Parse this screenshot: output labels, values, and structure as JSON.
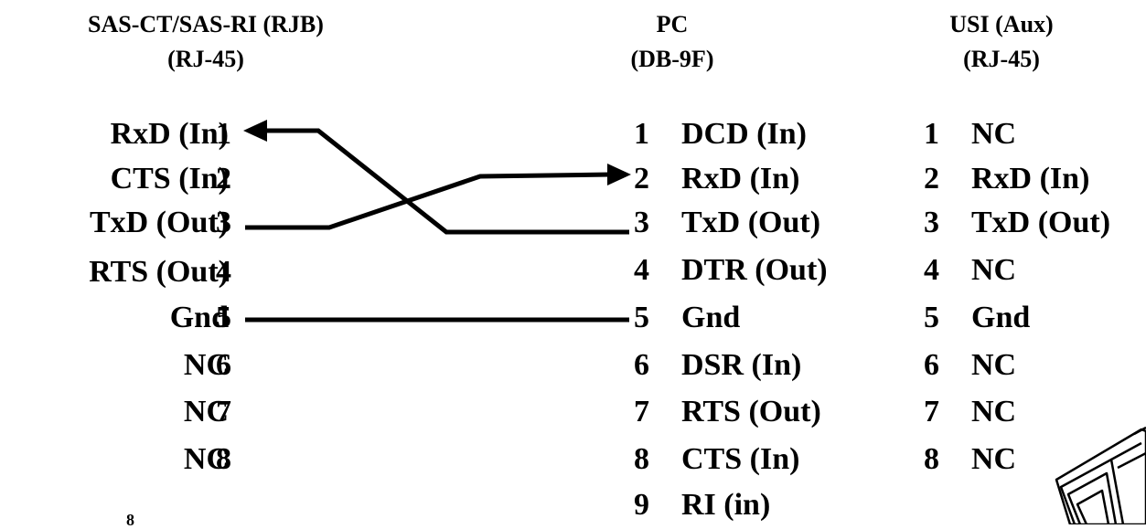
{
  "headers": {
    "left": {
      "line1": "SAS-CT/SAS-RI (RJB)",
      "line2": "(RJ-45)"
    },
    "middle": {
      "line1": "PC",
      "line2": "(DB-9F)"
    },
    "right": {
      "line1": "USI (Aux)",
      "line2": "(RJ-45)"
    }
  },
  "left_pins": [
    {
      "signal": "RxD (In)",
      "num": "1"
    },
    {
      "signal": "CTS (In)",
      "num": "2"
    },
    {
      "signal": "TxD (Out)",
      "num": "3"
    },
    {
      "signal": "RTS (Out)",
      "num": "4"
    },
    {
      "signal": "Gnd",
      "num": "5"
    },
    {
      "signal": "NC",
      "num": "6"
    },
    {
      "signal": "NC",
      "num": "7"
    },
    {
      "signal": "NC",
      "num": "8"
    }
  ],
  "middle_pins": [
    {
      "num": "1",
      "signal": "DCD (In)"
    },
    {
      "num": "2",
      "signal": "RxD (In)"
    },
    {
      "num": "3",
      "signal": "TxD (Out)"
    },
    {
      "num": "4",
      "signal": "DTR (Out)"
    },
    {
      "num": "5",
      "signal": "Gnd"
    },
    {
      "num": "6",
      "signal": "DSR (In)"
    },
    {
      "num": "7",
      "signal": "RTS (Out)"
    },
    {
      "num": "8",
      "signal": "CTS (In)"
    },
    {
      "num": "9",
      "signal": "RI (in)"
    }
  ],
  "right_pins": [
    {
      "num": "1",
      "signal": "NC"
    },
    {
      "num": "2",
      "signal": "RxD (In)"
    },
    {
      "num": "3",
      "signal": "TxD (Out)"
    },
    {
      "num": "4",
      "signal": "NC"
    },
    {
      "num": "5",
      "signal": "Gnd"
    },
    {
      "num": "6",
      "signal": "NC"
    },
    {
      "num": "7",
      "signal": "NC"
    },
    {
      "num": "8",
      "signal": "NC"
    }
  ],
  "connections": [
    {
      "from": "PC 3 TxD (Out)",
      "to": "SAS 1 RxD (In)",
      "arrow": "left"
    },
    {
      "from": "SAS 3 TxD (Out)",
      "to": "PC 2 RxD (In)",
      "arrow": "right"
    },
    {
      "from": "SAS 5 Gnd",
      "to": "PC 5 Gnd",
      "arrow": "none"
    }
  ],
  "footer_mark": "8",
  "connector_icon": "rj45-connector-icon"
}
